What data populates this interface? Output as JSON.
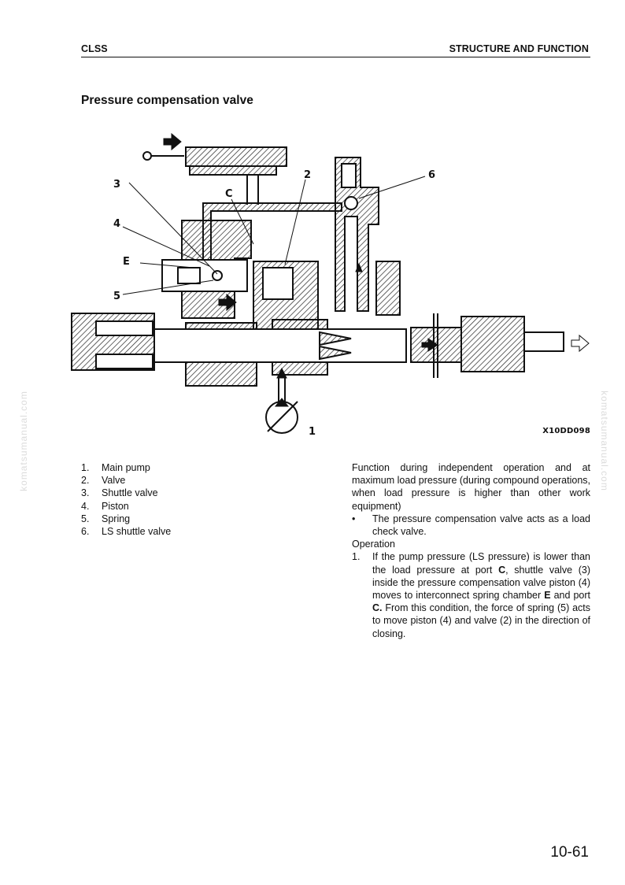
{
  "header": {
    "left": "CLSS",
    "right": "STRUCTURE AND FUNCTION"
  },
  "section_title": "Pressure compensation valve",
  "watermark": "komatsumanual.com",
  "figure": {
    "labels": [
      "3",
      "4",
      "E",
      "5",
      "2",
      "C",
      "6",
      "1"
    ],
    "code": "X10DD098"
  },
  "parts": [
    {
      "num": "1.",
      "label": "Main pump"
    },
    {
      "num": "2.",
      "label": "Valve"
    },
    {
      "num": "3.",
      "label": "Shuttle valve"
    },
    {
      "num": "4.",
      "label": "Piston"
    },
    {
      "num": "5.",
      "label": "Spring"
    },
    {
      "num": "6.",
      "label": "LS shuttle valve"
    }
  ],
  "description": {
    "intro": "Function during independent operation and at maximum load pressure (during compound operations, when load pressure is higher than other work equipment)",
    "bullet_mark": "•",
    "bullet": "The pressure compensation valve acts as a load check valve.",
    "operation_heading": "Operation",
    "op1_num": "1.",
    "op1_a": "If the pump pressure (LS pressure) is lower than the load pressure at port ",
    "op1_b": "C",
    "op1_c": ", shuttle valve (3) inside the pressure compensation valve piston (4) moves to interconnect spring chamber ",
    "op1_d": "E",
    "op1_e": " and port ",
    "op1_f": "C.",
    "op1_g": " From this condition, the force of spring (5) acts to move piston (4) and valve (2) in the direction of closing."
  },
  "page_number": "10-61"
}
